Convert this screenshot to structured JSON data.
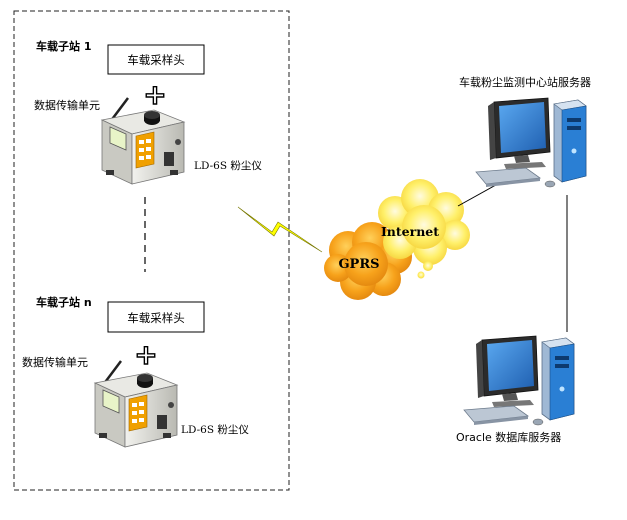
{
  "station_1": {
    "label": "车载子站 1",
    "sampling_head": "车载采样头",
    "transmission_unit": "数据传输单元",
    "dust_meter": "LD-6S 粉尘仪",
    "plus": "+"
  },
  "station_n": {
    "label": "车载子站 n",
    "sampling_head": "车载采样头",
    "transmission_unit": "数据传输单元",
    "dust_meter": "LD-6S 粉尘仪",
    "plus": "+"
  },
  "network": {
    "gprs": "GPRS",
    "internet": "Internet"
  },
  "servers": {
    "center": "车载粉尘监测中心站服务器",
    "database": "Oracle 数据库服务器"
  },
  "colors": {
    "cloud_orange": "#f7a21b",
    "cloud_yellow": "#ffe84a",
    "lightning": "#ffff00",
    "device_body": "#d8d8d2",
    "device_accent": "#f0a000",
    "monitor_blue": "#2a7fd4"
  }
}
